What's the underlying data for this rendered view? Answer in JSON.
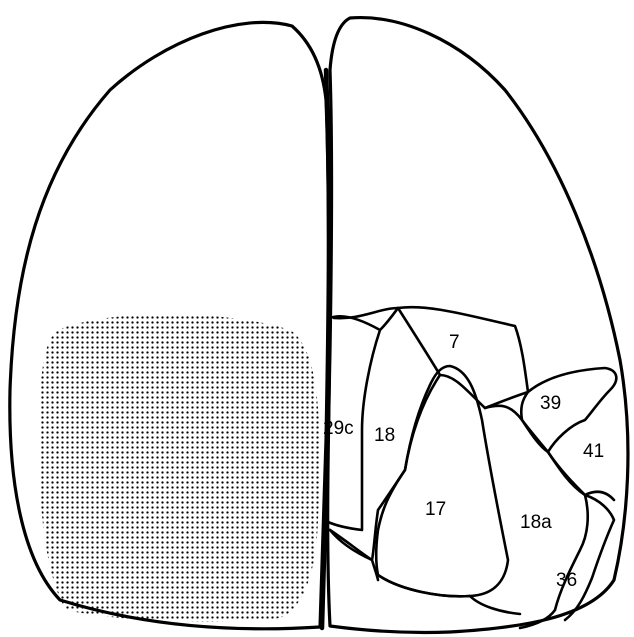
{
  "diagram": {
    "area_labels": {
      "a7": "7",
      "a39": "39",
      "a29c": "29c",
      "a18": "18",
      "a41": "41",
      "a17": "17",
      "a18a": "18a",
      "a36": "36"
    },
    "colors": {
      "stroke": "#000000",
      "dots": "#000000",
      "background": "#ffffff"
    }
  }
}
